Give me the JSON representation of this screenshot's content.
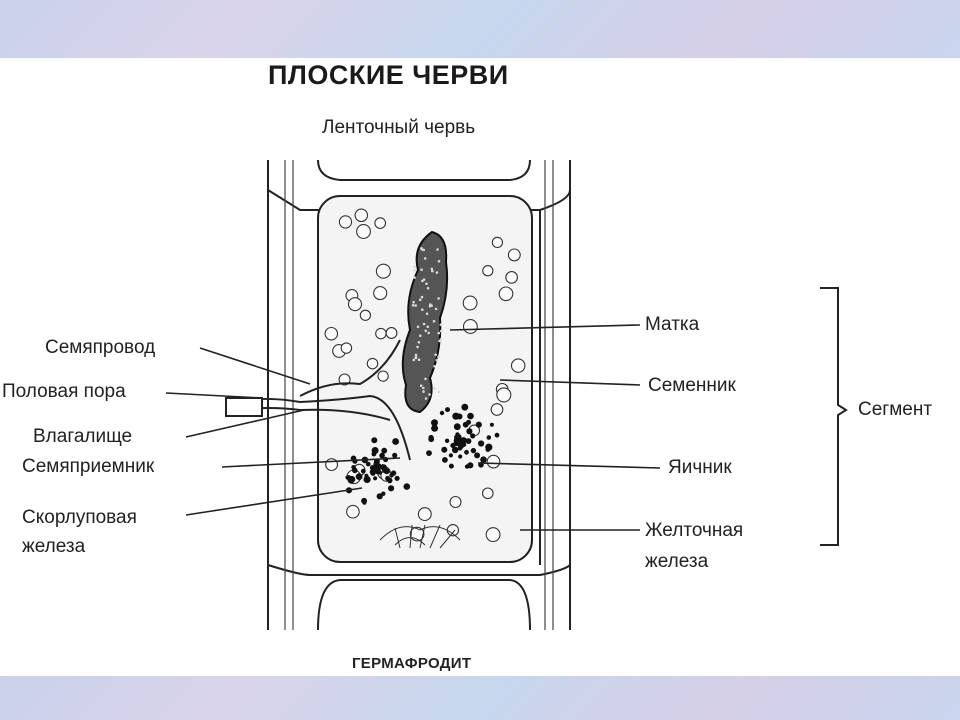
{
  "title": "ПЛОСКИЕ ЧЕРВИ",
  "subtitle": "Ленточный червь",
  "caption": "ГЕРМАФРОДИТ",
  "labels": {
    "semyaprovod": "Семяпровод",
    "polovaya_pora": "Половая пора",
    "vlagalishe": "Влагалище",
    "semyapriemnik": "Семяприемник",
    "skorlupovaya_1": "Скорлуповая",
    "skorlupovaya_2": "железа",
    "matka": "Матка",
    "semennik": "Семенник",
    "segment": "Сегмент",
    "yaichnik": "Яичник",
    "zheltochnaya_1": "Желточная",
    "zheltochnaya_2": "железа"
  },
  "colors": {
    "background_band": "#ccd5ee",
    "ink": "#222222"
  }
}
